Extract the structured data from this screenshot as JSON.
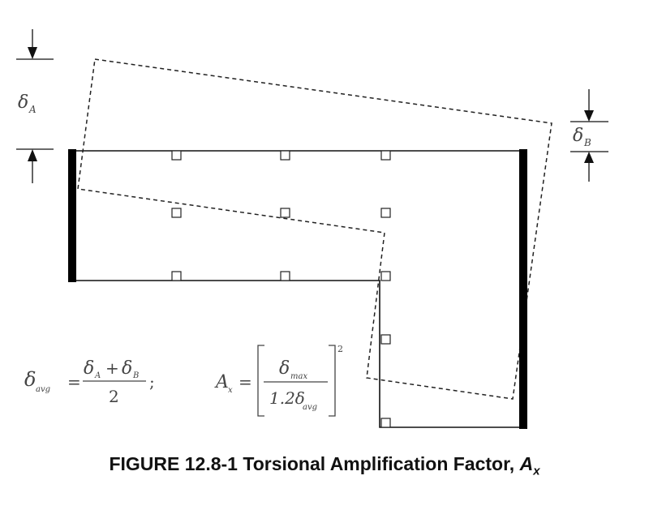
{
  "labels": {
    "delta_a": "δ",
    "delta_a_sub": "A",
    "delta_b": "δ",
    "delta_b_sub": "B"
  },
  "formula_avg": {
    "lhs": "δ",
    "lhs_sub": "avg",
    "eq": "=",
    "numerator": "δ",
    "num_sub_a": "A",
    "plus": "+",
    "num_b": "δ",
    "num_sub_b": "B",
    "denominator": "2",
    "sep": ";"
  },
  "formula_ax": {
    "lhs": "A",
    "lhs_sub": "x",
    "eq": "=",
    "numerator": "δ",
    "num_sub": "max",
    "den_coef": "1.2δ",
    "den_sub": "avg",
    "exponent": "2"
  },
  "caption": {
    "prefix": "FIGURE 12.8-1 Torsional Amplification Factor, ",
    "symbol": "A",
    "symbol_sub": "x"
  }
}
